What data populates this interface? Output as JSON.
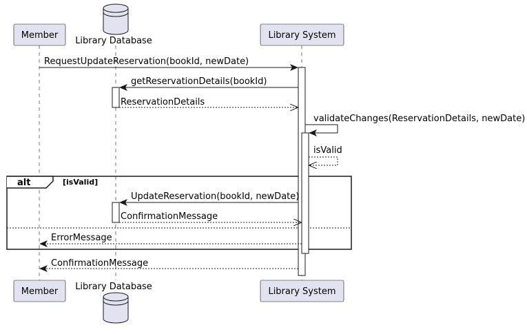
{
  "colors": {
    "participant_fill": "#E2E2F0",
    "participant_stroke": "#181818",
    "lifeline": "#181818",
    "activation_fill": "#FFFFFF",
    "background": "#FFFFFF"
  },
  "participants": [
    {
      "id": "member",
      "label": "Member",
      "shape": "box"
    },
    {
      "id": "library-database",
      "label": "Library Database",
      "shape": "database"
    },
    {
      "id": "library-system",
      "label": "Library System",
      "shape": "box"
    }
  ],
  "messages": [
    {
      "from": "member",
      "to": "library-system",
      "label": "RequestUpdateReservation(bookId, newDate)",
      "style": "sync"
    },
    {
      "from": "library-system",
      "to": "library-database",
      "label": "getReservationDetails(bookId)",
      "style": "sync"
    },
    {
      "from": "library-database",
      "to": "library-system",
      "label": "ReservationDetails",
      "style": "return"
    },
    {
      "from": "library-system",
      "to": "library-system",
      "label": "validateChanges(ReservationDetails, newDate)",
      "style": "sync"
    },
    {
      "from": "library-system",
      "to": "library-system",
      "label": "isValid",
      "style": "return"
    },
    {
      "from": "library-system",
      "to": "library-database",
      "label": "UpdateReservation(bookId, newDate)",
      "style": "sync"
    },
    {
      "from": "library-database",
      "to": "library-system",
      "label": "ConfirmationMessage",
      "style": "return"
    },
    {
      "from": "library-system",
      "to": "member",
      "label": "ErrorMessage",
      "style": "return"
    },
    {
      "from": "library-system",
      "to": "member",
      "label": "ConfirmationMessage",
      "style": "return"
    }
  ],
  "fragment": {
    "kind": "alt",
    "guard": "[isValid]"
  }
}
